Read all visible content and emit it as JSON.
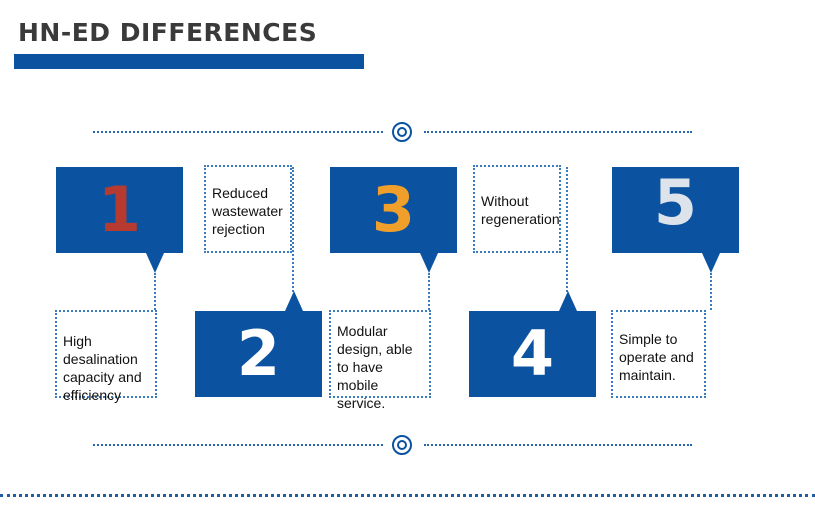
{
  "title": "HN-ED DIFFERENCES",
  "colors": {
    "primary_blue": "#0b53a1",
    "number_1": "#b63a2f",
    "number_3": "#f0a02a",
    "number_white": "#ffffff",
    "number_5": "#dde3ea"
  },
  "items": [
    {
      "number": "1",
      "text": "High desalination capacity and efficiency"
    },
    {
      "number": "2",
      "text": "Reduced wastewater rejection"
    },
    {
      "number": "3",
      "text": "Modular design, able to have mobile service."
    },
    {
      "number": "4",
      "text": "Without regeneration"
    },
    {
      "number": "5",
      "text": "Simple to operate and maintain."
    }
  ]
}
